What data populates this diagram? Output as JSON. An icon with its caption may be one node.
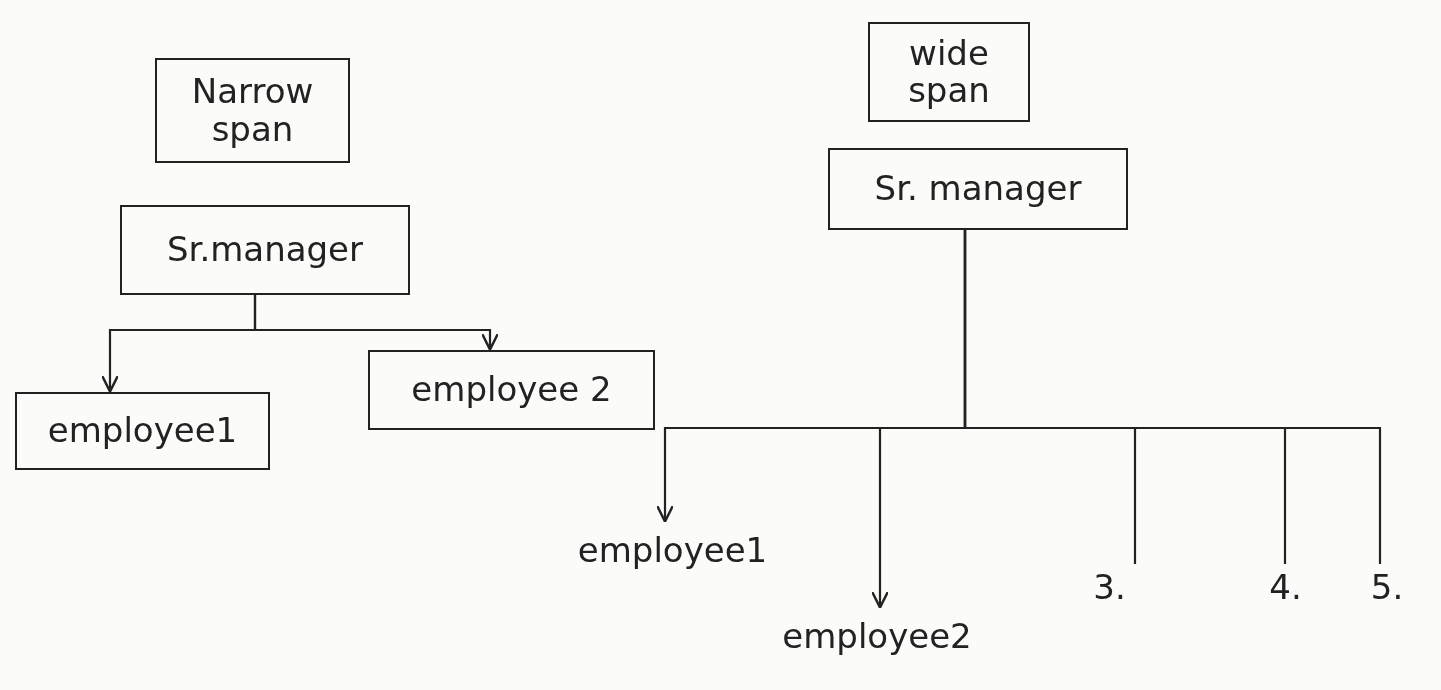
{
  "diagram": {
    "nodes": [
      {
        "text": [
          "Narrow span"
        ]
      },
      {
        "text": [
          "Sr.manager"
        ]
      },
      {
        "text": [
          "employee 2"
        ]
      },
      {
        "text": [
          "employee1"
        ]
      },
      {
        "text": [
          "wide span"
        ]
      },
      {
        "text": [
          "Sr. manager"
        ]
      },
      {
        "text": [
          "employee1"
        ]
      },
      {
        "text": [
          "employee2"
        ]
      },
      {
        "text": [
          "3."
        ]
      },
      {
        "text": [
          "4."
        ]
      },
      {
        "text": [
          "5."
        ]
      }
    ],
    "edges": [
      {
        "from": 1,
        "to": 3,
        "arrow": "to"
      },
      {
        "from": 1,
        "to": 2,
        "arrow": "to"
      },
      {
        "from": 5,
        "to": 6,
        "arrow": "to"
      },
      {
        "from": 5,
        "to": 7,
        "arrow": "to"
      },
      {
        "from": 5,
        "to": 8,
        "arrow": "none"
      },
      {
        "from": 5,
        "to": 9,
        "arrow": "none"
      },
      {
        "from": 5,
        "to": 10,
        "arrow": "none"
      }
    ]
  }
}
